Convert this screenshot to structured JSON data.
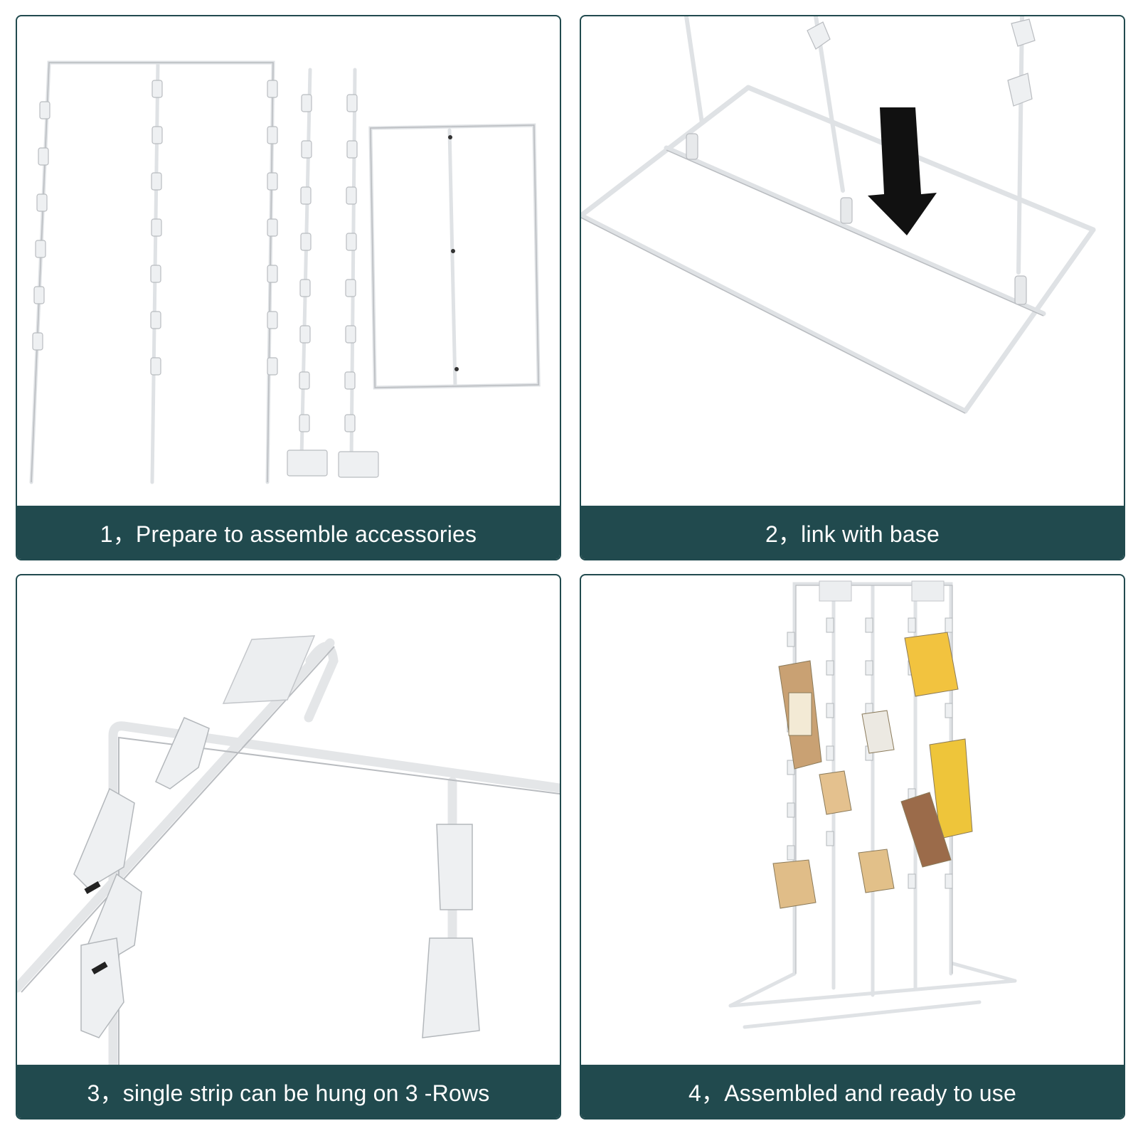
{
  "colors": {
    "caption_bg": "#214a4e",
    "caption_text": "#ffffff",
    "wire": "#e2e4e6",
    "wire_shadow": "#b9bcc0",
    "arrow": "#111111"
  },
  "panels": [
    {
      "caption": "1，Prepare to assemble accessories",
      "image": "disassembled-rack-parts"
    },
    {
      "caption": "2，link with base",
      "image": "insert-strip-into-base"
    },
    {
      "caption": "3，single strip can be hung on 3 -Rows",
      "image": "hook-strip-closeup"
    },
    {
      "caption": "4，Assembled and ready to use",
      "image": "assembled-rack-with-snacks"
    }
  ]
}
